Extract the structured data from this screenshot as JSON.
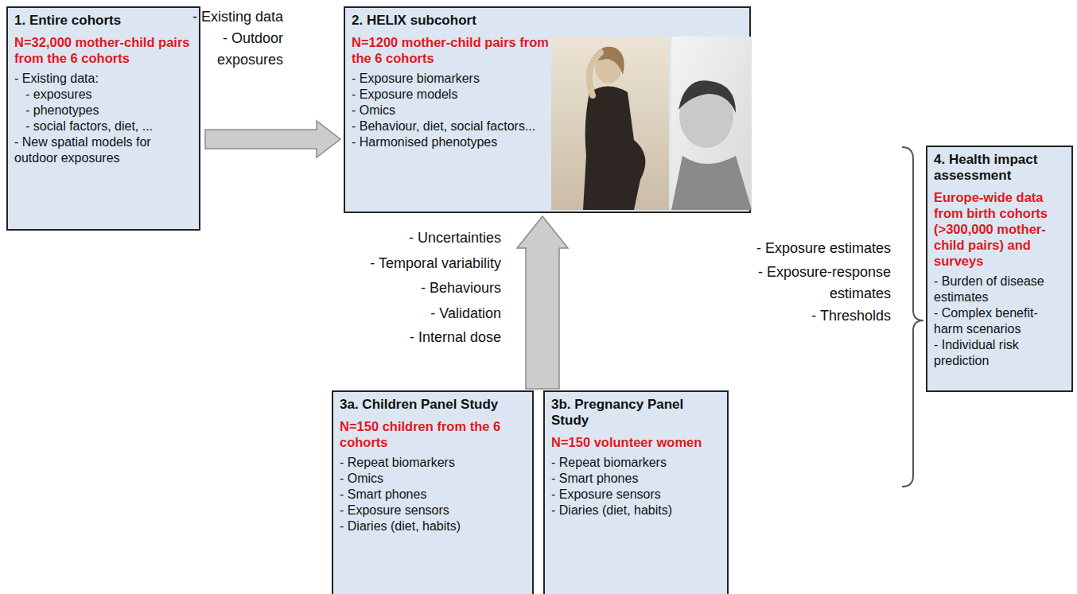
{
  "diagram": {
    "nodes": [
      {
        "text": [
          "1. Entire cohorts",
          "N=32,000 mother-child pairs from the 6 cohorts",
          "- Existing data:",
          "- exposures",
          "- phenotypes",
          "- social factors, diet, ...",
          "- New spatial models for outdoor exposures"
        ]
      },
      {
        "text": [
          "2. HELIX subcohort",
          "N=1200 mother-child pairs from the 6 cohorts",
          "- Exposure biomarkers",
          "- Exposure models",
          "- Omics",
          "- Behaviour, diet, social factors...",
          "- Harmonised phenotypes"
        ]
      },
      {
        "text": [
          "3a. Children Panel Study",
          "N=150 children from the 6 cohorts",
          "- Repeat biomarkers",
          "- Omics",
          "- Smart phones",
          "- Exposure sensors",
          "- Diaries (diet, habits)"
        ]
      },
      {
        "text": [
          "3b. Pregnancy Panel Study",
          "N=150 volunteer women",
          "- Repeat biomarkers",
          "- Smart phones",
          "- Exposure sensors",
          "- Diaries (diet, habits)"
        ]
      },
      {
        "text": [
          "4. Health impact assessment",
          "Europe-wide data from birth cohorts (>300,000 mother-child pairs) and surveys",
          "- Burden of disease estimates",
          "- Complex benefit-harm scenarios",
          "- Individual risk prediction"
        ]
      }
    ],
    "edges": [
      {
        "from": 0,
        "to": 1,
        "arrow": "to"
      },
      {
        "from": 2,
        "to": 1,
        "arrow": "to"
      }
    ],
    "labels": [
      "- Existing data",
      "- Outdoor exposures",
      "- Uncertainties",
      "- Temporal variability",
      "- Behaviours",
      "- Validation",
      "- Internal dose",
      "- Exposure estimates",
      "- Exposure-response estimates",
      "- Thresholds"
    ]
  }
}
